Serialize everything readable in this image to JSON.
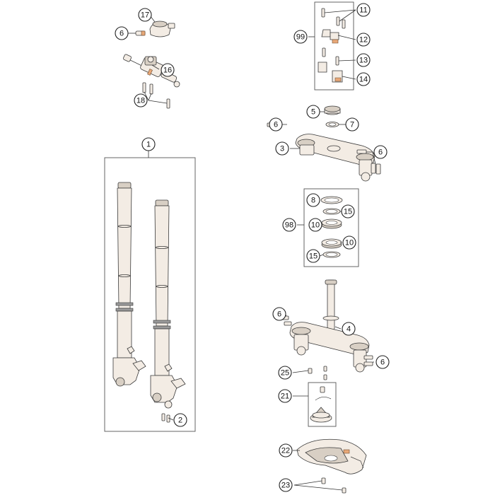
{
  "colors": {
    "accent": "#e8a878",
    "part_fill": "#f3ece4",
    "outline": "#3a3a3a"
  },
  "callouts": [
    {
      "id": "c17",
      "label": "17"
    },
    {
      "id": "c6a",
      "label": "6"
    },
    {
      "id": "c16",
      "label": "16"
    },
    {
      "id": "c18",
      "label": "18"
    },
    {
      "id": "c1",
      "label": "1"
    },
    {
      "id": "c2",
      "label": "2"
    },
    {
      "id": "c11",
      "label": "11"
    },
    {
      "id": "c99",
      "label": "99"
    },
    {
      "id": "c12",
      "label": "12"
    },
    {
      "id": "c13",
      "label": "13"
    },
    {
      "id": "c14",
      "label": "14"
    },
    {
      "id": "c5",
      "label": "5"
    },
    {
      "id": "c6b",
      "label": "6"
    },
    {
      "id": "c7",
      "label": "7"
    },
    {
      "id": "c3",
      "label": "3"
    },
    {
      "id": "c6c",
      "label": "6"
    },
    {
      "id": "c8",
      "label": "8"
    },
    {
      "id": "c15a",
      "label": "15"
    },
    {
      "id": "c98",
      "label": "98"
    },
    {
      "id": "c10a",
      "label": "10"
    },
    {
      "id": "c10b",
      "label": "10"
    },
    {
      "id": "c15b",
      "label": "15"
    },
    {
      "id": "c6d",
      "label": "6"
    },
    {
      "id": "c4",
      "label": "4"
    },
    {
      "id": "c6e",
      "label": "6"
    },
    {
      "id": "c25",
      "label": "25"
    },
    {
      "id": "c21",
      "label": "21"
    },
    {
      "id": "c22",
      "label": "22"
    },
    {
      "id": "c23",
      "label": "23"
    }
  ]
}
